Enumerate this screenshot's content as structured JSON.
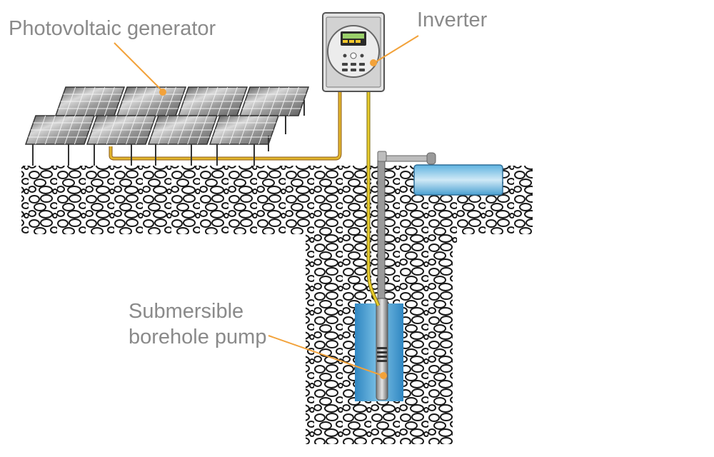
{
  "labels": {
    "pv_generator": "Photovoltaic generator",
    "inverter": "Inverter",
    "pump_line1": "Submersible",
    "pump_line2": "borehole pump"
  },
  "colors": {
    "label_text": "#8a8a8a",
    "callout": "#f2a23a",
    "cable": "#e2b52c",
    "water": "#4aa6d6",
    "panel": "#6f6f6f",
    "ground": "#ffffff",
    "stone_outline": "#1a1a1a"
  },
  "icons": {
    "inverter_display": "lcd-display-icon",
    "inverter_keypad": "keypad-icon"
  }
}
